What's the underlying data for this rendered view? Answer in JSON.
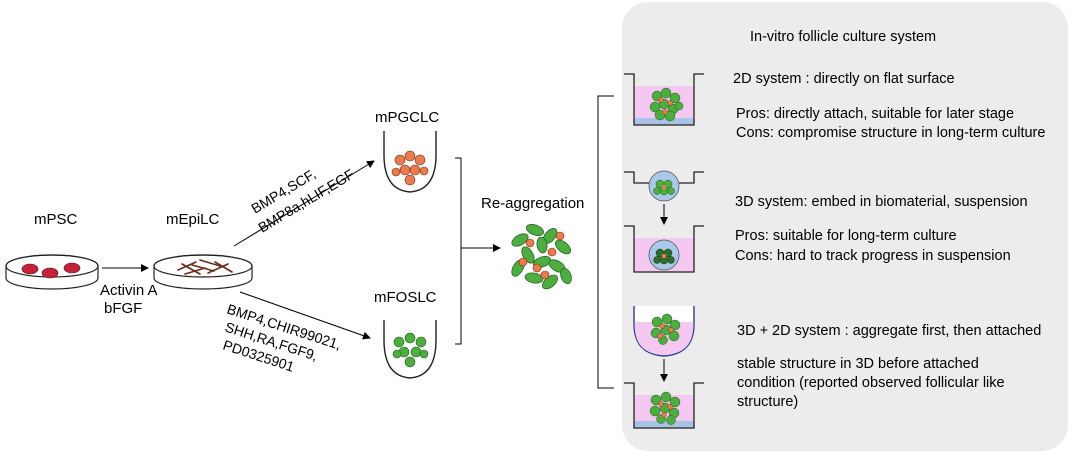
{
  "colors": {
    "panel_bg": "#ececec",
    "medium_pink": "#f4c8f0",
    "plate_blue": "#a9c3e6",
    "bead_blue": "#a9c8ea",
    "cell_green": "#4cae3f",
    "cell_orange": "#e97b4d",
    "dish_red": "#c5223a",
    "outline": "#222222"
  },
  "left": {
    "mpsc_label": "mPSC",
    "mepilc_label": "mEpiLC",
    "activin_label": "Activin A",
    "bfgf_label": "bFGF",
    "mpgclc_label": "mPGCLC",
    "mfoslc_label": "mFOSLC",
    "pgclc_factors": {
      "line1": "BMP4,SCF,",
      "line2": "BMP8a,hLIF,EGF"
    },
    "foslc_factors": {
      "line1": "BMP4,CHIR99021,",
      "line2": "SHH,RA,FGF9,",
      "line3": "PD0325901"
    },
    "reaggregation_label": "Re-aggregation"
  },
  "panel": {
    "title": "In-vitro follicle culture system",
    "sys2d": {
      "heading": "2D system : directly on flat surface",
      "pros": "Pros: directly attach, suitable for later stage",
      "cons": "Cons: compromise structure in long-term culture"
    },
    "sys3d": {
      "heading": "3D system: embed in biomaterial, suspension",
      "pros": "Pros: suitable for long-term culture",
      "cons": "Cons: hard to track  progress in suspension"
    },
    "sys3d2d": {
      "heading": "3D + 2D system : aggregate first, then attached",
      "line1": "stable structure in 3D before attached",
      "line2": "condition (reported observed follicular like",
      "line3": "structure)"
    }
  }
}
